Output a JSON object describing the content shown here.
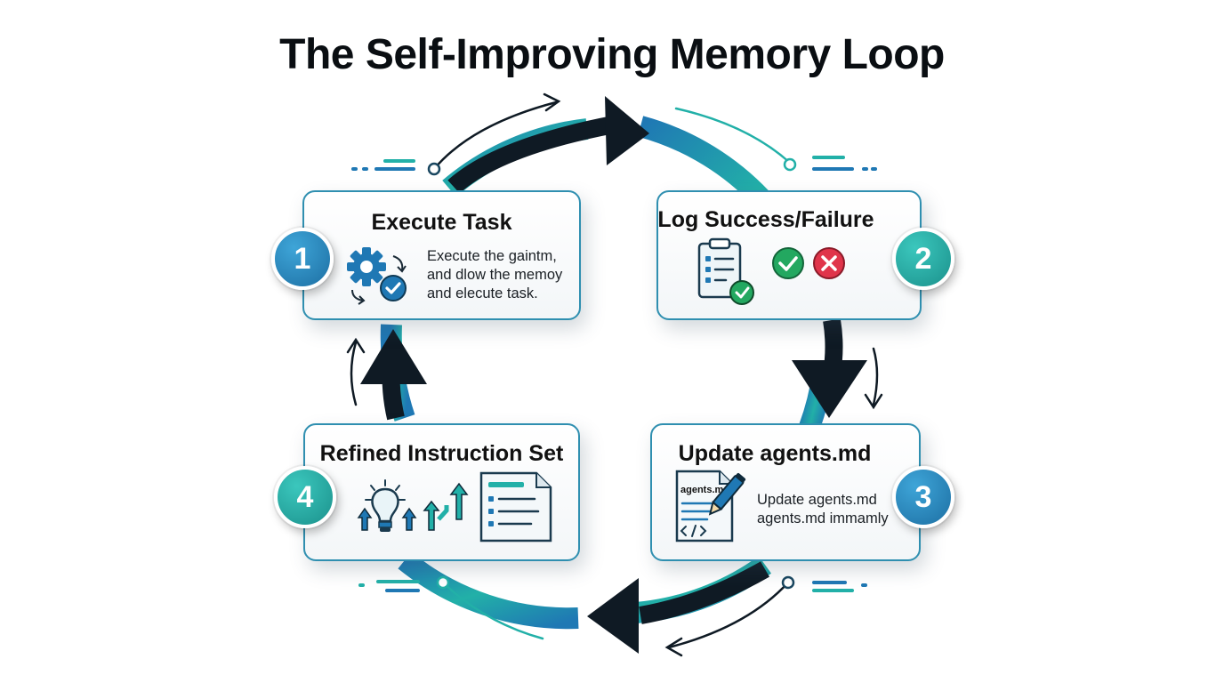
{
  "diagram": {
    "title": "The Self-Improving Memory Loop",
    "steps": [
      {
        "number": "1",
        "title": "Execute Task",
        "text_lines": [
          "Execute the gaintm,",
          "and dlow the memoy",
          "and elecute task."
        ],
        "icons": [
          "gear-icon",
          "cycle-arrows-icon",
          "checkmark-badge-icon"
        ]
      },
      {
        "number": "2",
        "title": "Log Success/Failure",
        "icons": [
          "clipboard-checklist-icon",
          "success-check-icon",
          "failure-x-icon"
        ]
      },
      {
        "number": "3",
        "title": "Update agents.md",
        "text_lines": [
          "Update agents.md",
          "agents.md immamly"
        ],
        "document_label": "agents.md",
        "icons": [
          "document-edit-icon",
          "pencil-icon",
          "code-icon"
        ]
      },
      {
        "number": "4",
        "title": "Refined Instruction Set",
        "icons": [
          "lightbulb-icon",
          "up-arrows-icon",
          "growth-arrows-icon",
          "instruction-document-icon"
        ]
      }
    ],
    "colors": {
      "blue": "#1f78b4",
      "teal": "#22b0a8",
      "dark_arrow": "#0f1a24",
      "card_border": "#2f8fb0",
      "success": "#23a860",
      "failure": "#e0344a"
    }
  }
}
